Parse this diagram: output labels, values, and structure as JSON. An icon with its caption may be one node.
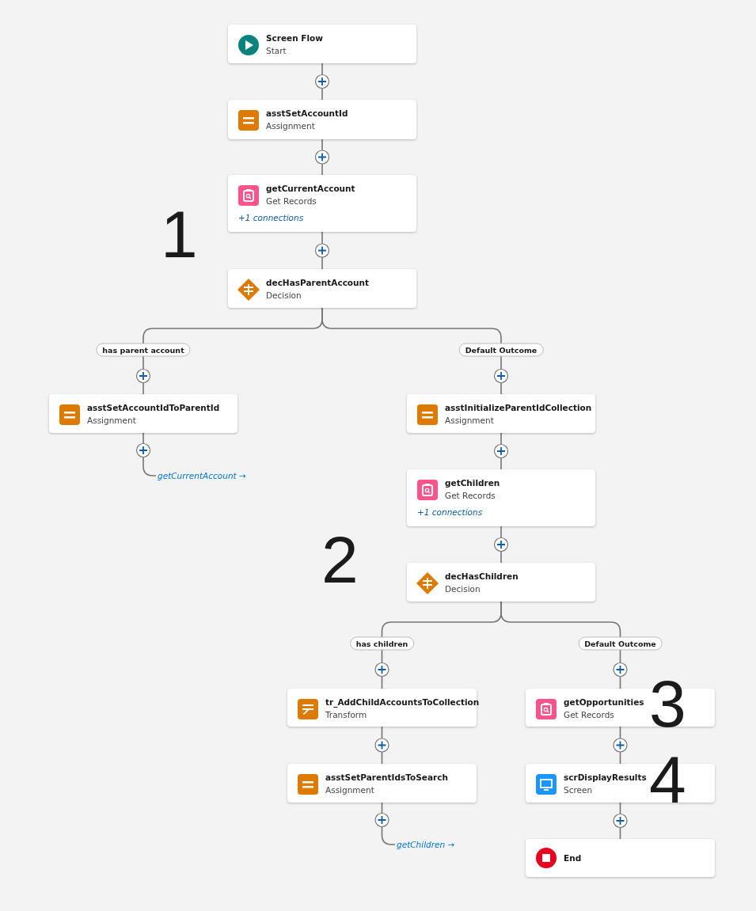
{
  "diagram": {
    "nodes": [
      {
        "text": [
          "Screen Flow",
          "Start"
        ]
      },
      {
        "text": [
          "asstSetAccountId",
          "Assignment"
        ]
      },
      {
        "text": [
          "getCurrentAccount",
          "Get Records",
          "+1 connections"
        ]
      },
      {
        "text": [
          "decHasParentAccount",
          "Decision"
        ]
      },
      {
        "text": [
          "asstSetAccountIdToParentId",
          "Assignment"
        ]
      },
      {
        "text": [
          "getCurrentAccount →"
        ]
      },
      {
        "text": [
          "asstInitializeParentIdCollection",
          "Assignment"
        ]
      },
      {
        "text": [
          "getChildren",
          "Get Records",
          "+1 connections"
        ]
      },
      {
        "text": [
          "decHasChildren",
          "Decision"
        ]
      },
      {
        "text": [
          "tr_AddChildAccountsToCollection",
          "Transform"
        ]
      },
      {
        "text": [
          "asstSetParentIdsToSearch",
          "Assignment"
        ]
      },
      {
        "text": [
          "getChildren →"
        ]
      },
      {
        "text": [
          "getOpportunities",
          "Get Records"
        ]
      },
      {
        "text": [
          "scrDisplayResults",
          "Screen"
        ]
      },
      {
        "text": [
          "End"
        ]
      }
    ],
    "edges": [
      {
        "from": 0,
        "to": 1,
        "arrow": "none"
      },
      {
        "from": 1,
        "to": 2,
        "arrow": "none"
      },
      {
        "from": 2,
        "to": 3,
        "arrow": "none"
      },
      {
        "from": 3,
        "to": 4,
        "arrow": "none",
        "label": "has parent account"
      },
      {
        "from": 3,
        "to": 6,
        "arrow": "none",
        "label": "Default Outcome"
      },
      {
        "from": 4,
        "to": 5,
        "arrow": "none"
      },
      {
        "from": 6,
        "to": 7,
        "arrow": "none"
      },
      {
        "from": 7,
        "to": 8,
        "arrow": "none"
      },
      {
        "from": 8,
        "to": 9,
        "arrow": "none",
        "label": "has children"
      },
      {
        "from": 8,
        "to": 12,
        "arrow": "none",
        "label": "Default Outcome"
      },
      {
        "from": 9,
        "to": 10,
        "arrow": "none"
      },
      {
        "from": 10,
        "to": 11,
        "arrow": "none"
      },
      {
        "from": 12,
        "to": 13,
        "arrow": "none"
      },
      {
        "from": 13,
        "to": 14,
        "arrow": "none"
      }
    ],
    "labels": [
      "1",
      "2",
      "3",
      "4"
    ]
  }
}
